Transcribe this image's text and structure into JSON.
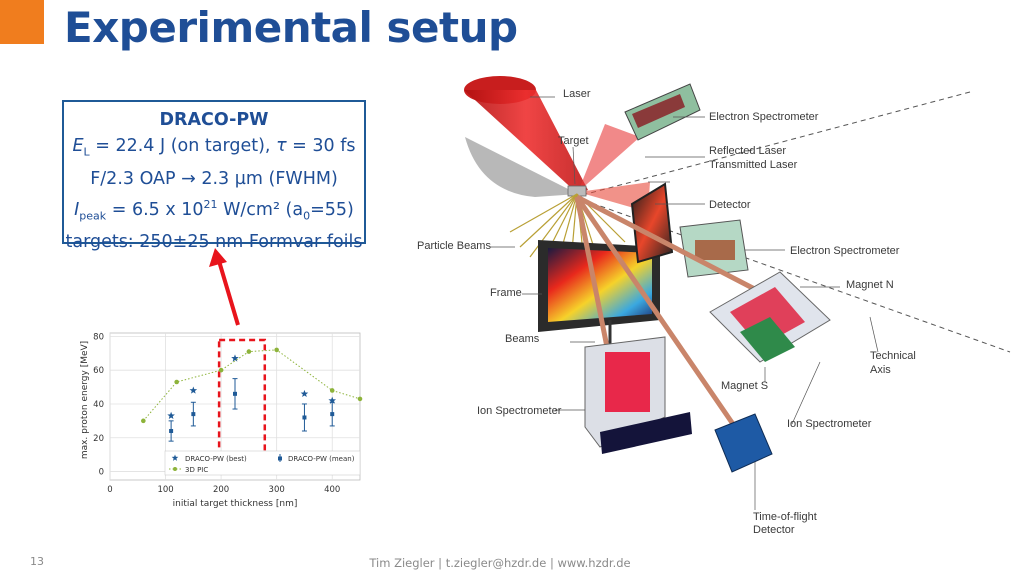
{
  "slide": {
    "title": "Experimental setup",
    "page_number": "13",
    "footer": "Tim Ziegler | t.ziegler@hzdr.de | www.hzdr.de",
    "accent_color": "#f07d1e",
    "title_color": "#1f4e96"
  },
  "params": {
    "name": "DRACO-PW",
    "energy": {
      "symbol": "E",
      "sub": "L",
      "text": " = 22.4 J (on target), ",
      "tau_symbol": "τ",
      "tau_text": " = 30 fs"
    },
    "optics": "F/2.3 OAP → 2.3 µm (FWHM)",
    "intensity": {
      "symbol": "I",
      "sub": "peak",
      "text1": " = 6.5 x 10",
      "sup": "21",
      "text2": " W/cm² (a",
      "sub2": "0",
      "text3": "=55)"
    },
    "targets": "targets: 250±25 nm Formvar foils"
  },
  "chart_data": {
    "type": "scatter",
    "xlabel": "initial target thickness [nm]",
    "ylabel": "max. proton energy [MeV]",
    "xlim": [
      0,
      450
    ],
    "ylim": [
      -5,
      82
    ],
    "xticks": [
      0,
      100,
      200,
      300,
      400
    ],
    "yticks": [
      0,
      20,
      40,
      60,
      80
    ],
    "grid": true,
    "legend_position": "bottom-right",
    "highlight_range": [
      200,
      275
    ],
    "series": [
      {
        "name": "DRACO-PW (best)",
        "marker": "star",
        "color": "#1f5a97",
        "x": [
          110,
          150,
          225,
          350,
          400
        ],
        "y": [
          33,
          48,
          67,
          46,
          42
        ]
      },
      {
        "name": "DRACO-PW (mean)",
        "marker": "errorbar",
        "color": "#1f5a97",
        "x": [
          110,
          150,
          225,
          350,
          400
        ],
        "y": [
          24,
          34,
          46,
          32,
          34
        ],
        "err": [
          6,
          7,
          9,
          8,
          7
        ]
      },
      {
        "name": "3D PIC",
        "marker": "dotted-line",
        "color": "#8db33a",
        "x": [
          60,
          120,
          200,
          250,
          300,
          400,
          450
        ],
        "y": [
          30,
          53,
          60,
          71,
          72,
          48,
          43
        ]
      }
    ]
  },
  "setup": {
    "labels": {
      "laser": "Laser",
      "target": "Target",
      "electron_spec_top": "Electron Spectrometer",
      "reflected_laser": "Reflected Laser",
      "transmitted_laser": "Transmitted Laser",
      "detector": "Detector",
      "particle_beams": "Particle Beams",
      "electron_spec_mid": "Electron Spectrometer",
      "magnet_n": "Magnet N",
      "frame": "Frame",
      "technical": "Technical",
      "axis": "Axis",
      "beams": "Beams",
      "magnet_s": "Magnet S",
      "ion_spec_left": "Ion Spectrometer",
      "ion_spec_right": "Ion Spectrometer",
      "tof1": "Time-of-flight",
      "tof2": "Detector"
    }
  }
}
